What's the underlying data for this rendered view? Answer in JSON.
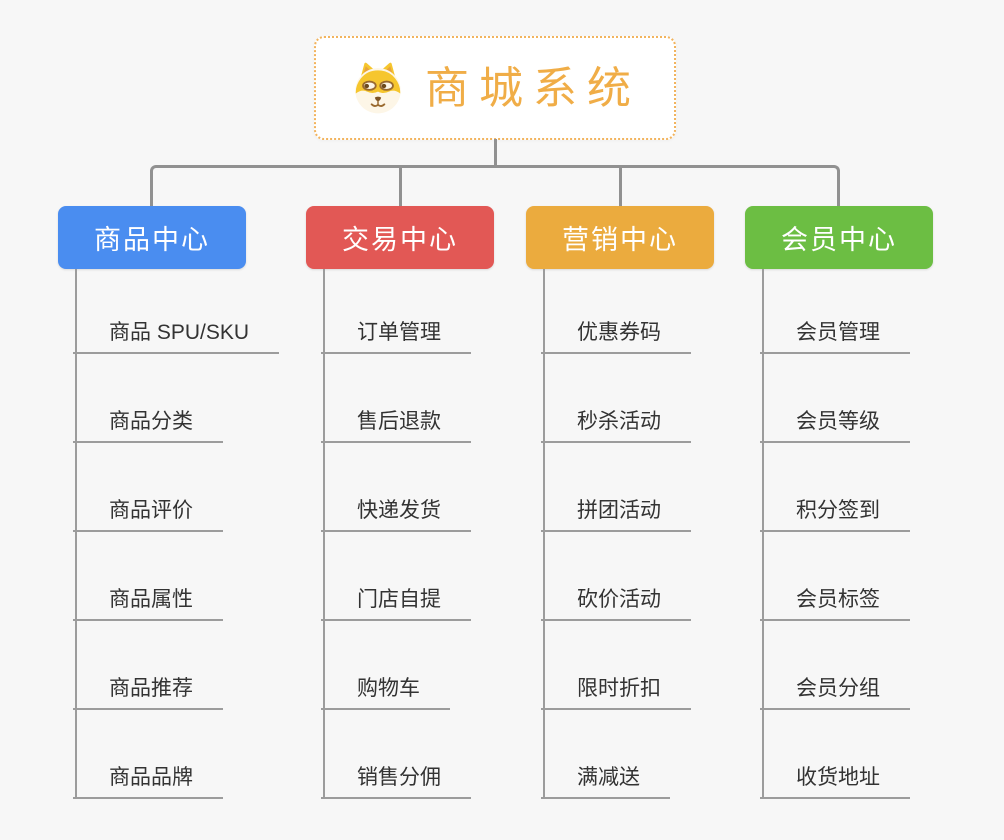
{
  "root_node": {
    "icon": "dog-face-icon",
    "title": "商城系统"
  },
  "branches": [
    {
      "label": "商品中心",
      "color": "#4a8df0",
      "children": [
        "商品 SPU/SKU",
        "商品分类",
        "商品评价",
        "商品属性",
        "商品推荐",
        "商品品牌"
      ]
    },
    {
      "label": "交易中心",
      "color": "#e25855",
      "children": [
        "订单管理",
        "售后退款",
        "快递发货",
        "门店自提",
        "购物车",
        "销售分佣"
      ]
    },
    {
      "label": "营销中心",
      "color": "#ebab3e",
      "children": [
        "优惠券码",
        "秒杀活动",
        "拼团活动",
        "砍价活动",
        "限时折扣",
        "满减送"
      ]
    },
    {
      "label": "会员中心",
      "color": "#6cbe43",
      "children": [
        "会员管理",
        "会员等级",
        "积分签到",
        "会员标签",
        "会员分组",
        "收货地址"
      ]
    }
  ],
  "theme": {
    "page_background": "#f7f7f7",
    "root_border_color": "#f2b45e",
    "root_title_color": "#f0ad47",
    "connector_color": "#919191",
    "child_line_color": "#9c9c9c",
    "child_text_color": "#333333"
  }
}
